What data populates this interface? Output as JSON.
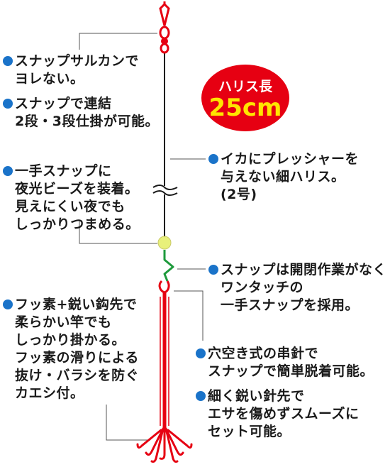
{
  "badge": {
    "title": "ハリス長",
    "value": "25cm",
    "bg_color": "#e60012",
    "value_color": "#ffe500"
  },
  "colors": {
    "bullet": "#1a73c9",
    "rig_red": "#e60012",
    "line": "#1a1a1a",
    "bead": "#e8f07a",
    "snap_green": "#1e9a3c"
  },
  "notes": {
    "swivel_1": [
      "スナップサルカンで",
      "ヨレない。"
    ],
    "swivel_2": [
      "スナップで連結",
      "2段・3段仕掛が可能。"
    ],
    "bead": [
      "一手スナップに",
      "夜光ビーズを装着。",
      "見えにくい夜でも",
      "しっかりつまめる。"
    ],
    "leader": [
      "イカにプレッシャーを",
      "与えない細ハリス。",
      "(2号)"
    ],
    "snap": [
      "スナップは開閉作業がなく",
      "ワンタッチの",
      "一手スナップを採用。"
    ],
    "hook_1": [
      "フッ素+鋭い鈎先で",
      "柔らかい竿でも",
      "しっかり掛かる。",
      "フッ素の滑りによる",
      "抜け・バラシを防ぐ",
      "カエシ付。"
    ],
    "jig_1": [
      "穴空き式の串針で",
      "スナップで簡単脱着可能。"
    ],
    "jig_2": [
      "細く鋭い針先で",
      "エサを傷めずスムーズに",
      "セット可能。"
    ]
  }
}
